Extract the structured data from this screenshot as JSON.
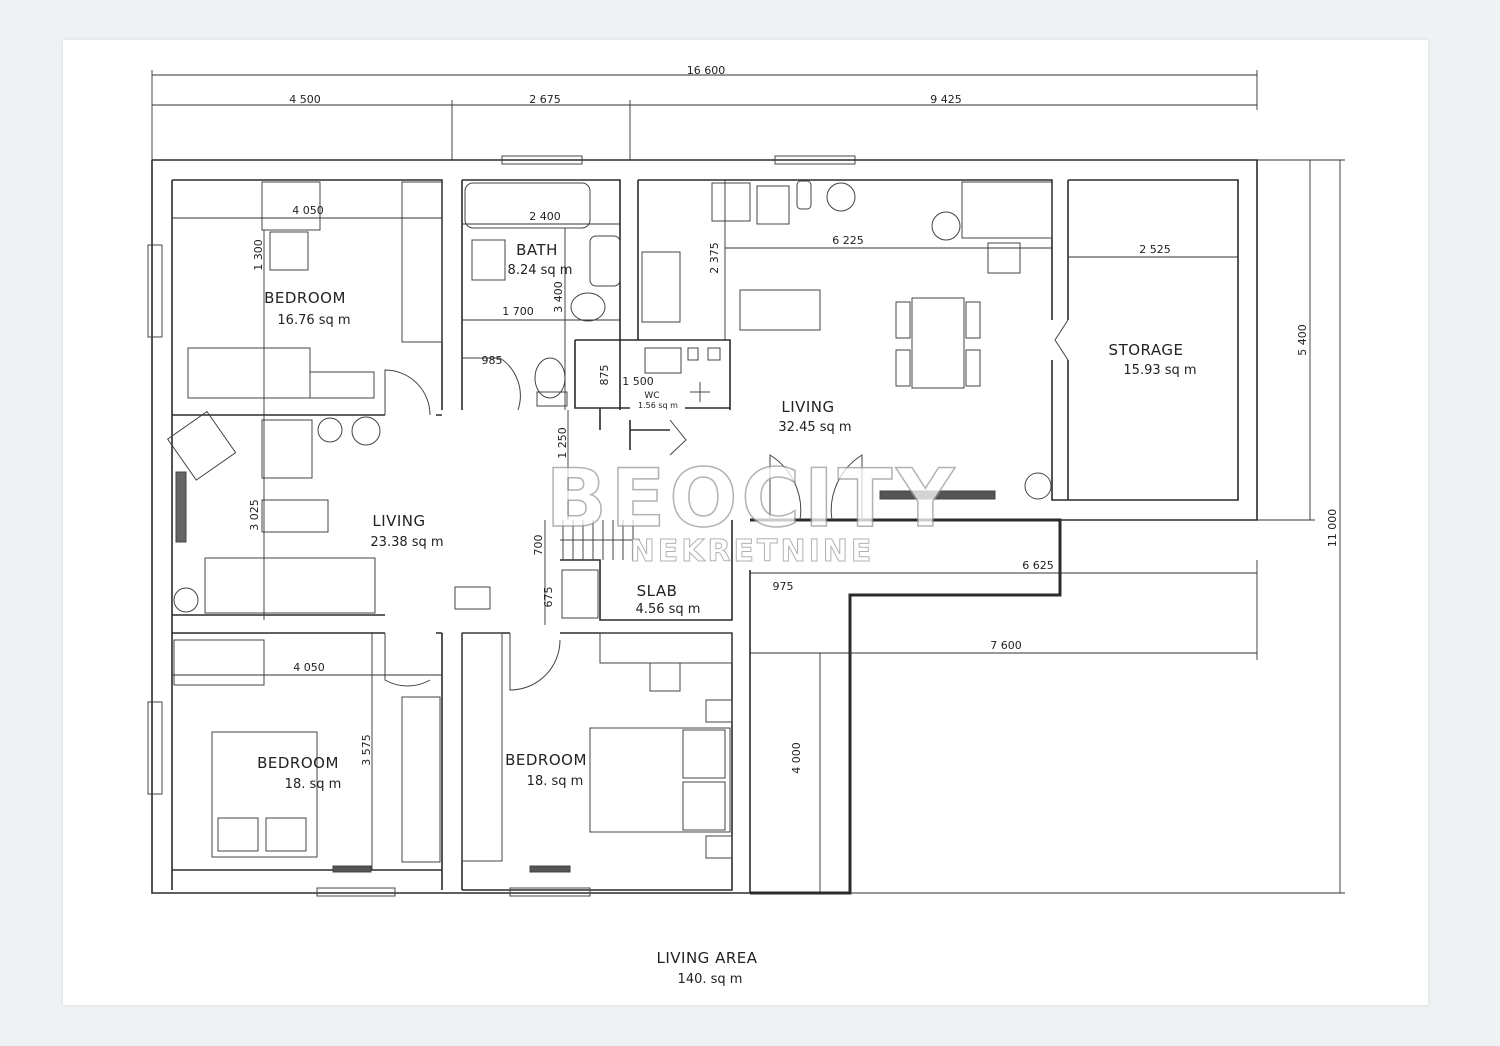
{
  "rooms": {
    "bedroom_1": {
      "name": "BEDROOM",
      "area": "16.76 sq m"
    },
    "bath": {
      "name": "BATH",
      "area": "8.24 sq m"
    },
    "wc": {
      "name": "WC",
      "area": "1.56 sq m"
    },
    "living_1": {
      "name": "LIVING",
      "area": "32.45 sq m"
    },
    "storage": {
      "name": "STORAGE",
      "area": "15.93 sq m"
    },
    "living_2": {
      "name": "LIVING",
      "area": "23.38 sq m"
    },
    "slab": {
      "name": "SLAB",
      "area": "4.56 sq m"
    },
    "bedroom_2": {
      "name": "BEDROOM",
      "area": "18. sq m"
    },
    "bedroom_3": {
      "name": "BEDROOM",
      "area": "18. sq m"
    }
  },
  "dimensions": {
    "total_width": "16 600",
    "seg_1": "4 500",
    "seg_2": "2 675",
    "seg_3": "9 425",
    "bedroom1_width": "4 050",
    "bath_width": "2 400",
    "bedroom1_depth": "1 300",
    "bath_depth": "3 400",
    "bath_inner": "1 700",
    "door_985": "985",
    "kitchen_depth": "2 375",
    "living1_width": "6 225",
    "storage_width": "2 525",
    "right_depth": "5 400",
    "total_depth": "11 000",
    "wc_depth": "875",
    "wc_width": "1 500",
    "hall_1250": "1 250",
    "living2_depth": "3 025",
    "stair_700": "700",
    "stair_675": "675",
    "hall_975": "975",
    "terrace_6625": "6 625",
    "terrace_7600": "7 600",
    "terrace_depth": "4 000",
    "bedroom2_depth": "3 575",
    "bedroom2_width": "4 050"
  },
  "footer": {
    "title": "LIVING AREA",
    "area": "140. sq m"
  },
  "watermark": {
    "brand": "BEOCITY",
    "sub": "NEKRETNINE"
  }
}
